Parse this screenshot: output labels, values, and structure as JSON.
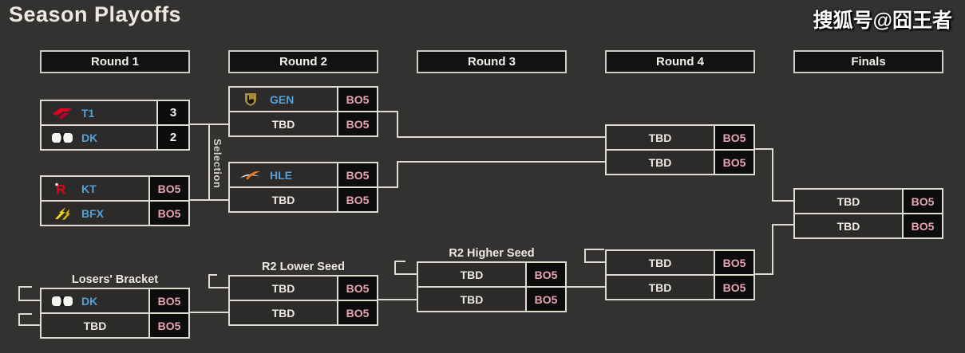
{
  "title": "Season Playoffs",
  "watermark": "搜狐号@囧王者",
  "selection_label": "Selection",
  "colors": {
    "background": "#333230",
    "connector_line": "#dedbd3",
    "team_name_blue": "#54a1d8",
    "bo5_pink": "#e8a3b1",
    "score_cell_bg": "#0d0d0d"
  },
  "rounds": [
    {
      "label": "Round 1"
    },
    {
      "label": "Round 2"
    },
    {
      "label": "Round 3"
    },
    {
      "label": "Round 4"
    },
    {
      "label": "Finals"
    }
  ],
  "matches": [
    {
      "name": "round1-upper",
      "rows": [
        {
          "team": "T1",
          "logo": "t1-logo",
          "score": "3"
        },
        {
          "team": "DK",
          "logo": "dk-logo",
          "score": "2"
        }
      ]
    },
    {
      "name": "round2-upper",
      "rows": [
        {
          "team": "GEN",
          "logo": "gen-logo",
          "score": "BO5"
        },
        {
          "team": "TBD",
          "score": "BO5"
        }
      ]
    },
    {
      "name": "round1-lower",
      "rows": [
        {
          "team": "KT",
          "logo": "kt-logo",
          "score": "BO5"
        },
        {
          "team": "BFX",
          "logo": "bfx-logo",
          "score": "BO5"
        }
      ]
    },
    {
      "name": "round2-middle",
      "rows": [
        {
          "team": "HLE",
          "logo": "hle-logo",
          "score": "BO5"
        },
        {
          "team": "TBD",
          "score": "BO5"
        }
      ]
    },
    {
      "name": "round4-top",
      "rows": [
        {
          "team": "TBD",
          "score": "BO5"
        },
        {
          "team": "TBD",
          "score": "BO5"
        }
      ]
    },
    {
      "name": "finals",
      "rows": [
        {
          "team": "TBD",
          "score": "BO5"
        },
        {
          "team": "TBD",
          "score": "BO5"
        }
      ]
    },
    {
      "name": "losers-round1",
      "label": "Losers' Bracket",
      "rows": [
        {
          "team": "DK",
          "logo": "dk-logo",
          "score": "BO5"
        },
        {
          "team": "TBD",
          "score": "BO5"
        }
      ]
    },
    {
      "name": "r2-lower-seed",
      "label": "R2 Lower Seed",
      "rows": [
        {
          "team": "TBD",
          "score": "BO5"
        },
        {
          "team": "TBD",
          "score": "BO5"
        }
      ]
    },
    {
      "name": "r2-higher-seed",
      "label": "R2 Higher Seed",
      "rows": [
        {
          "team": "TBD",
          "score": "BO5"
        },
        {
          "team": "TBD",
          "score": "BO5"
        }
      ]
    },
    {
      "name": "round4-bottom",
      "rows": [
        {
          "team": "TBD",
          "score": "BO5"
        },
        {
          "team": "TBD",
          "score": "BO5"
        }
      ]
    }
  ]
}
